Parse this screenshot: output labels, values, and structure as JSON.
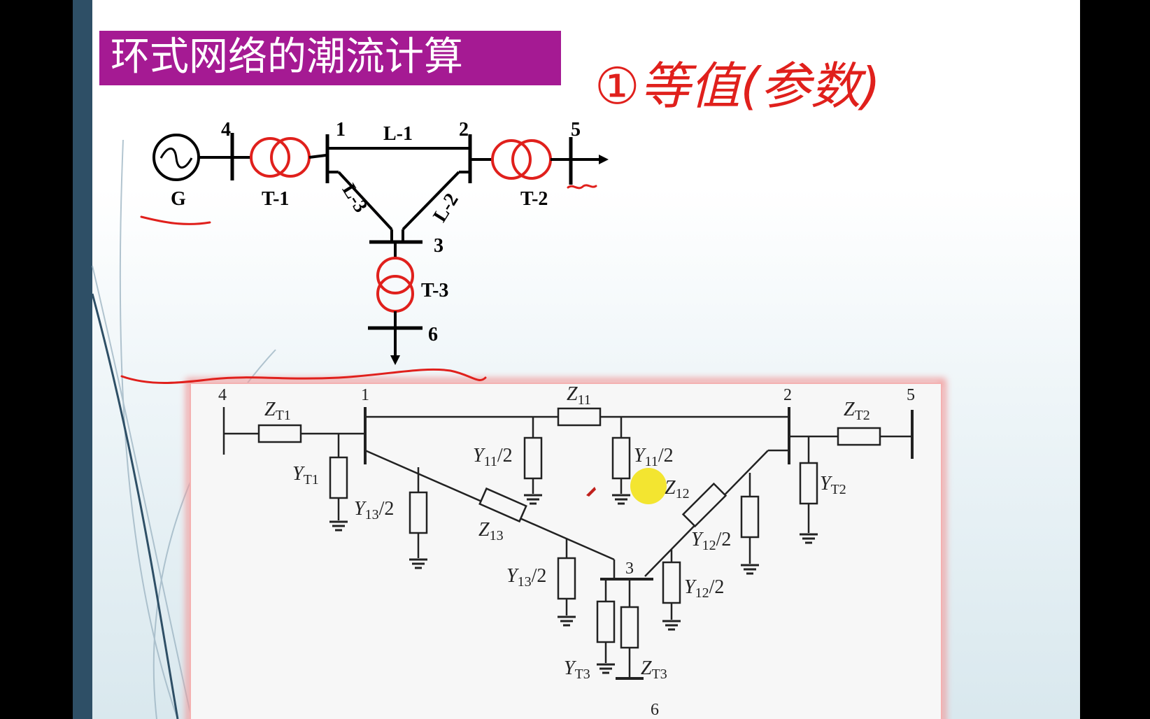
{
  "slide": {
    "title": "环式网络的潮流计算",
    "handwriting": "①等值(参数)"
  },
  "single_line": {
    "buses": {
      "b4": "4",
      "b1": "1",
      "b2": "2",
      "b5": "5",
      "b3": "3",
      "b6": "6"
    },
    "generator": "G",
    "transformers": {
      "t1": "T-1",
      "t2": "T-2",
      "t3": "T-3"
    },
    "lines": {
      "l1": "L-1",
      "l2": "L-2",
      "l3": "L-3"
    }
  },
  "equivalent": {
    "buses": {
      "b4": "4",
      "b1": "1",
      "b2": "2",
      "b5": "5",
      "b3": "3",
      "b6": "6"
    },
    "labels": {
      "zt1": "Z",
      "zt1_sub": "T1",
      "yt1": "Y",
      "yt1_sub": "T1",
      "z11": "Z",
      "z11_sub": "11",
      "y11a": "Y",
      "y11a_sub": "11",
      "y11a_tail": "/2",
      "y11b": "Y",
      "y11b_sub": "11",
      "y11b_tail": "/2",
      "zt2": "Z",
      "zt2_sub": "T2",
      "yt2": "Y",
      "yt2_sub": "T2",
      "y13a": "Y",
      "y13a_sub": "13",
      "y13a_tail": "/2",
      "z13": "Z",
      "z13_sub": "13",
      "y13b": "Y",
      "y13b_sub": "13",
      "y13b_tail": "/2",
      "z12": "Z",
      "z12_sub": "12",
      "y12a": "Y",
      "y12a_sub": "12",
      "y12a_tail": "/2",
      "y12b": "Y",
      "y12b_sub": "12",
      "y12b_tail": "/2",
      "yt3": "Y",
      "yt3_sub": "T3",
      "zt3": "Z",
      "zt3_sub": "T3"
    }
  },
  "colors": {
    "banner": "#a51a93",
    "transformer": "#e0201c",
    "annotation": "#e0201c",
    "strip": "#2e4f66"
  }
}
